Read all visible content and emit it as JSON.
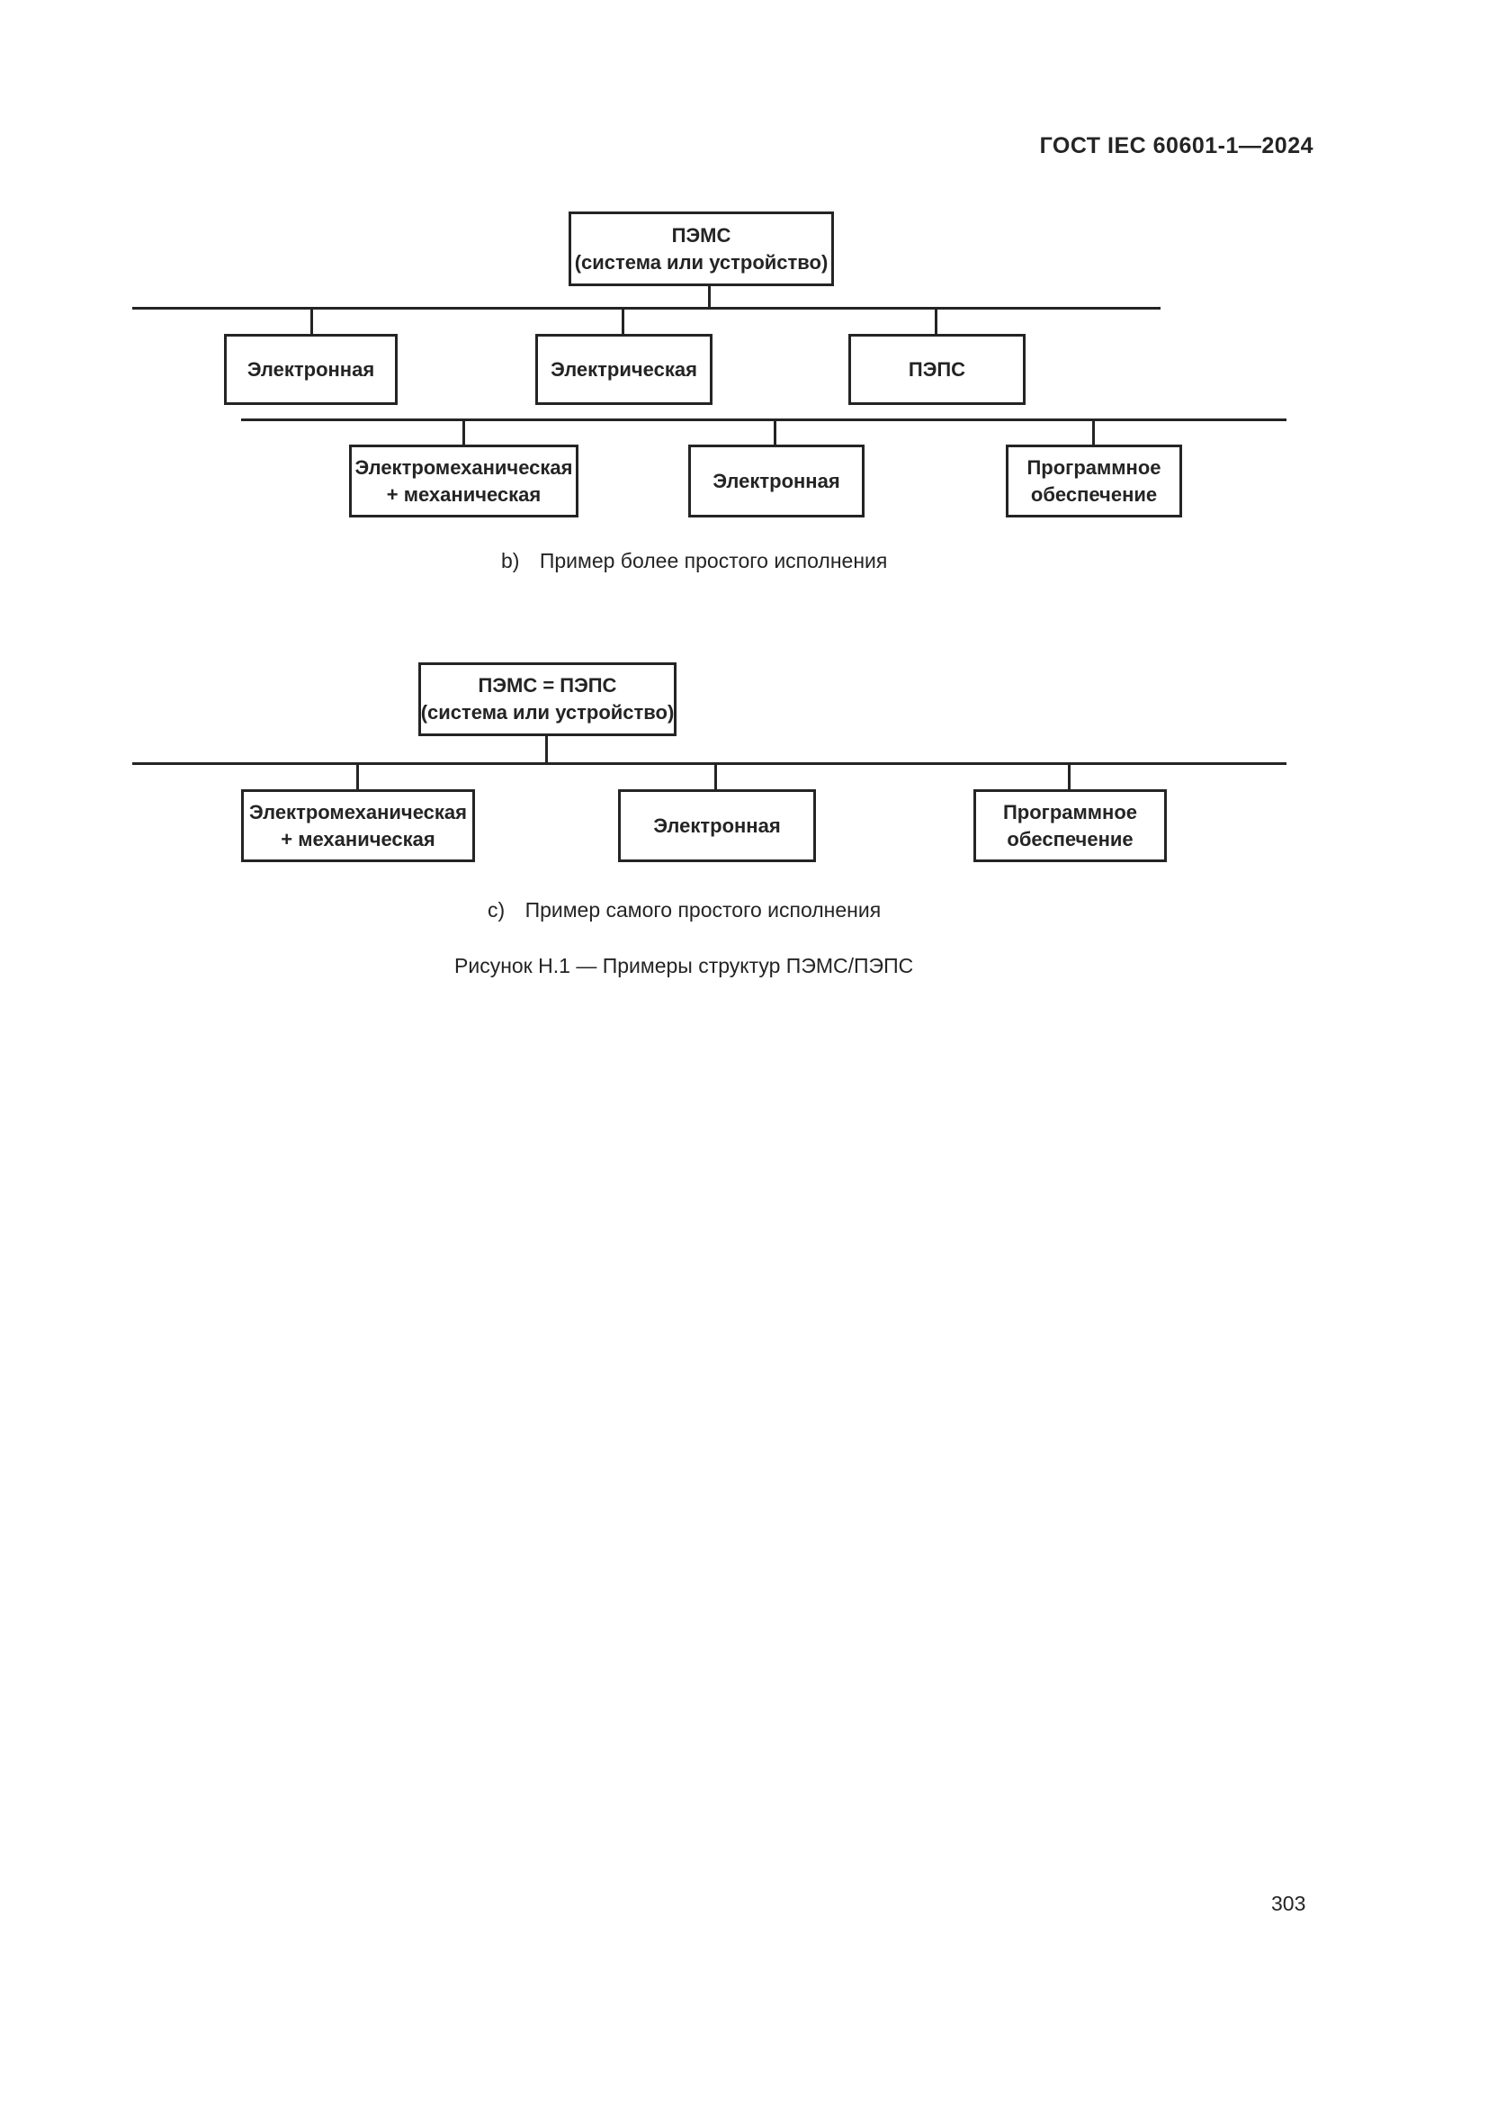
{
  "header": {
    "title": "ГОСТ IEC 60601-1—2024"
  },
  "figure": {
    "diagram_b": {
      "root": [
        "ПЭМС",
        "(система или устройство)"
      ],
      "row1": [
        "Электронная",
        "Электрическая",
        "ПЭПС"
      ],
      "row2": [
        [
          "Электромеханическая",
          "+ механическая"
        ],
        [
          "Электронная"
        ],
        [
          "Программное",
          "обеспечение"
        ]
      ],
      "caption_label": "b)",
      "caption_text": "Пример более простого исполнения"
    },
    "diagram_c": {
      "root": [
        "ПЭМС = ПЭПС",
        "(система или устройство)"
      ],
      "row1": [
        [
          "Электромеханическая",
          "+ механическая"
        ],
        [
          "Электронная"
        ],
        [
          "Программное",
          "обеспечение"
        ]
      ],
      "caption_label": "c)",
      "caption_text": "Пример самого простого исполнения"
    },
    "caption": "Рисунок Н.1 — Примеры структур ПЭМС/ПЭПС"
  },
  "footer": {
    "page_number": "303"
  }
}
